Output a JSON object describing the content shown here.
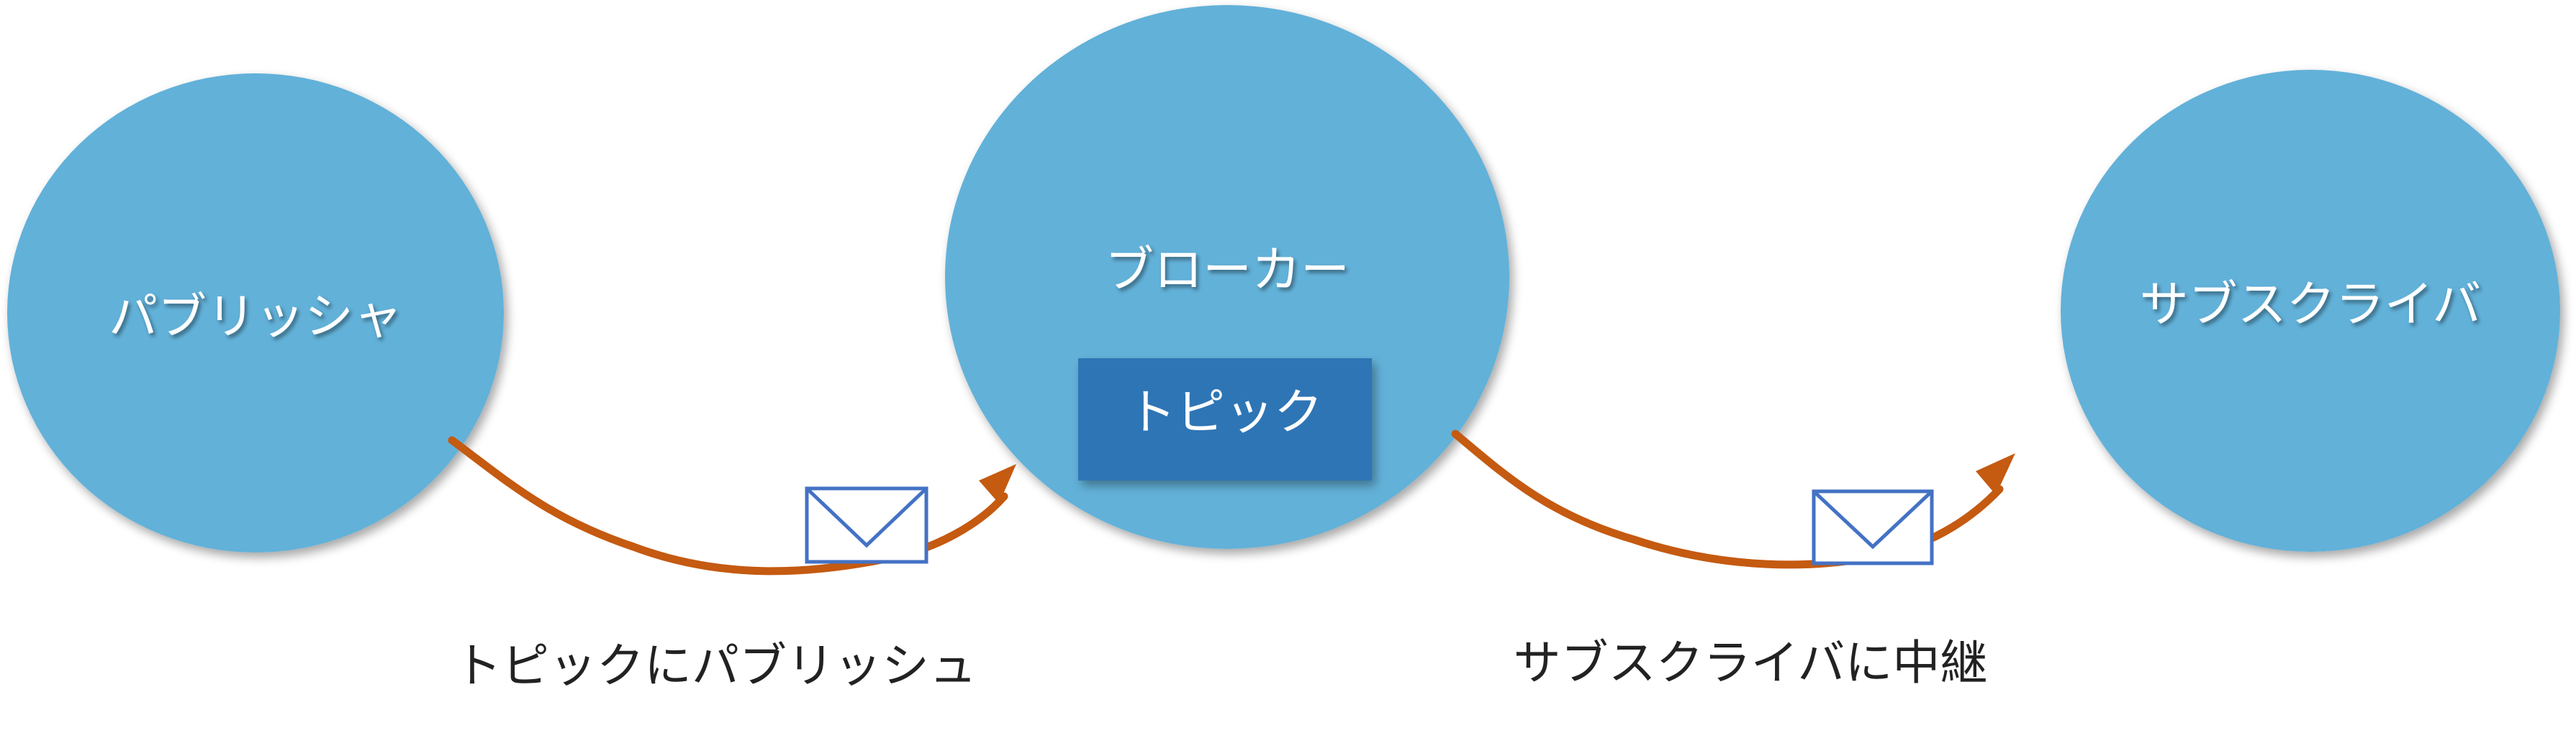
{
  "colors": {
    "node_fill": "#62b1d9",
    "topic_fill": "#2f75b5",
    "arrow": "#c55a11",
    "envelope_stroke": "#4472c4",
    "label_text": "#ffffff",
    "caption_text": "#222222"
  },
  "nodes": {
    "publisher": {
      "label": "パブリッシャ"
    },
    "broker": {
      "label": "ブローカー",
      "topic_label": "トピック"
    },
    "subscriber": {
      "label": "サブスクライバ"
    }
  },
  "flows": {
    "publish": {
      "caption": "トピックにパブリッシュ",
      "icon": "envelope-icon"
    },
    "relay": {
      "caption": "サブスクライバに中継",
      "icon": "envelope-icon"
    }
  }
}
